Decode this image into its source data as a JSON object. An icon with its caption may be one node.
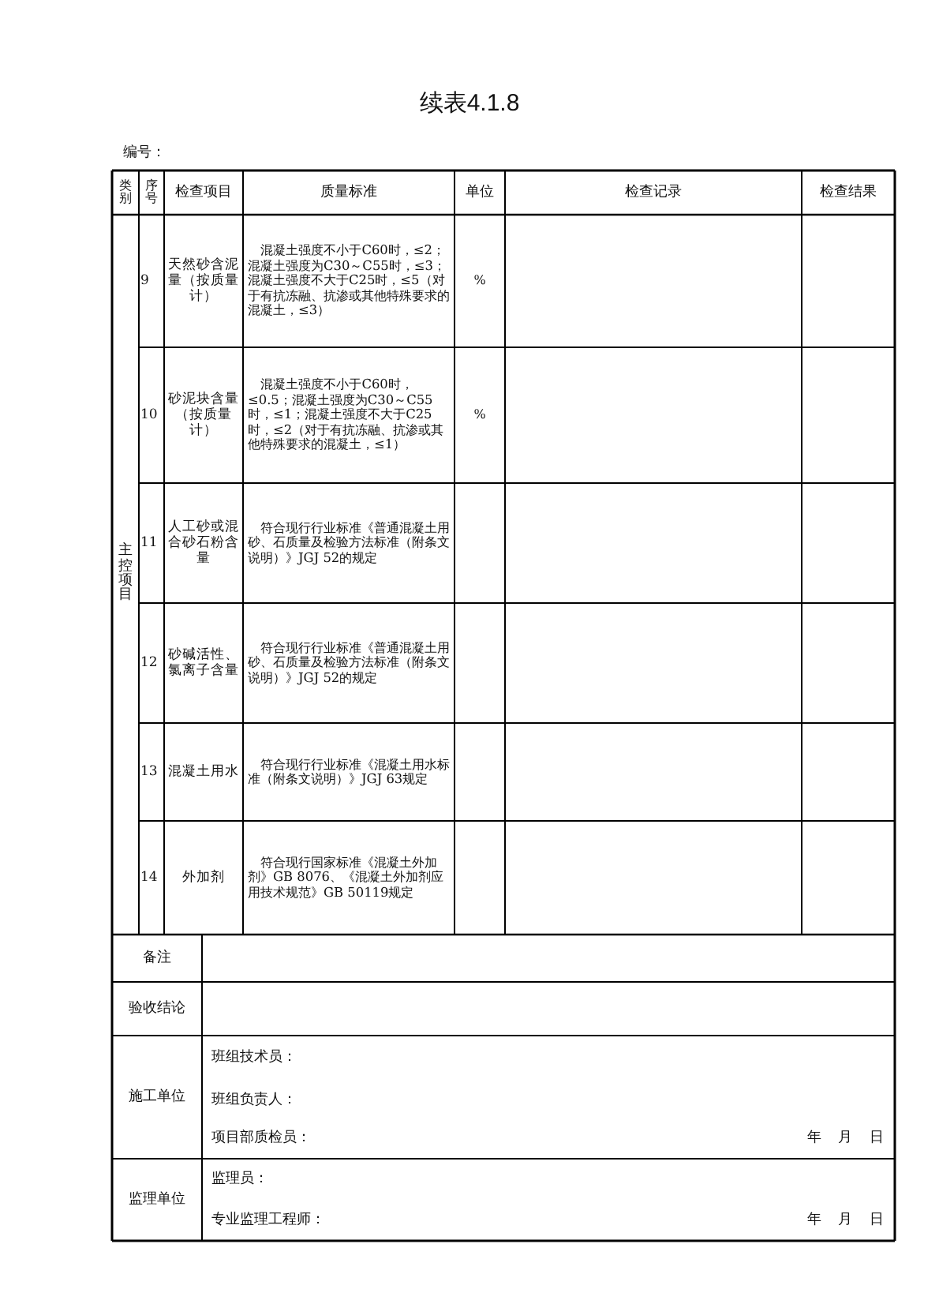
{
  "diagram": {
    "title": "续表4.1.8",
    "labels": [
      "编号：",
      "类别",
      "序号",
      "检查项目",
      "质量标准",
      "单位",
      "检查记录",
      "检查结果",
      "主控项目",
      "9",
      "天然砂含泥量（按质量计）",
      "混凝土强度不小于C60时，≤2；混凝土强度为C30～C55时，≤3；混凝土强度不大于C25时，≤5（对于有抗冻融、抗渗或其他特殊要求的混凝土，≤3）",
      "%",
      "10",
      "砂泥块含量（按质量计）",
      "混凝土强度不小于C60时，≤0.5；混凝土强度为C30～C55时，≤1；混凝土强度不大于C25时，≤2（对于有抗冻融、抗渗或其他特殊要求的混凝土，≤1）",
      "%",
      "11",
      "人工砂或混合砂石粉含量",
      "符合现行行业标准《普通混凝土用砂、石质量及检验方法标准（附条文说明）》JGJ 52的规定",
      "12",
      "砂碱活性、氯离子含量",
      "符合现行行业标准《普通混凝土用砂、石质量及检验方法标准（附条文说明）》JGJ 52的规定",
      "13",
      "混凝土用水",
      "符合现行行业标准《混凝土用水标准（附条文说明）》JGJ 63规定",
      "14",
      "外加剂",
      "符合现行国家标准《混凝土外加剂》GB 8076、《混凝土外加剂应用技术规范》GB 50119规定",
      "备注",
      "验收结论",
      "施工单位",
      "班组技术员：",
      "班组负责人：",
      "项目部质检员：",
      "年 月 日",
      "监理单位",
      "监理员：",
      "专业监理工程师：",
      "年 月 日"
    ]
  }
}
